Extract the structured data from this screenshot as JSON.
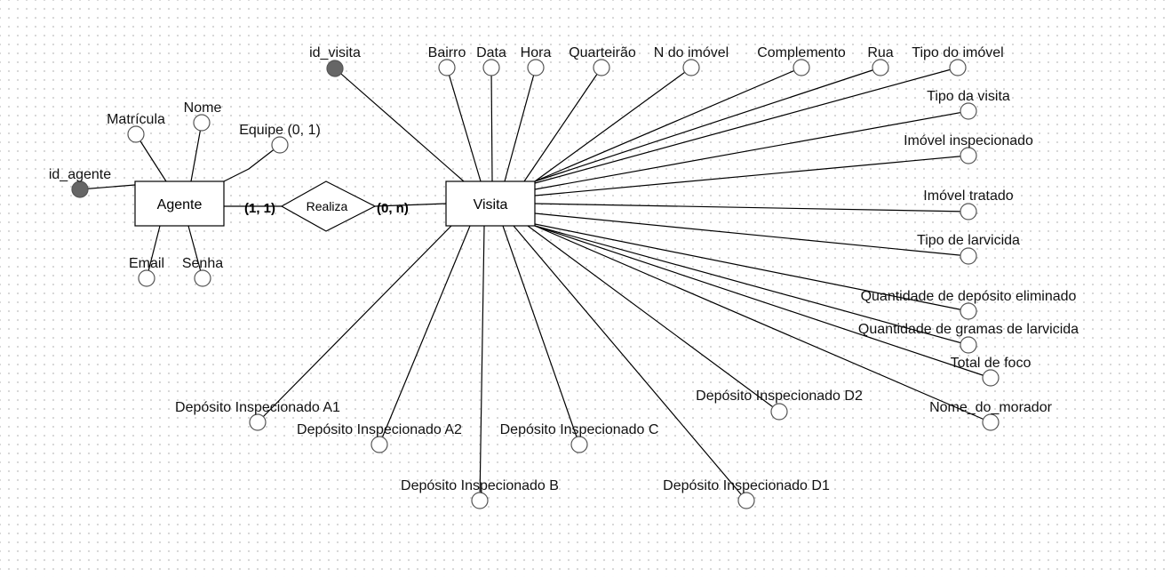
{
  "entities": {
    "agente": "Agente",
    "visita": "Visita"
  },
  "relationship": {
    "label": "Realiza",
    "card_agente": "(1, 1)",
    "card_visita": "(0, n)"
  },
  "agente_attributes": [
    {
      "label": "id_agente",
      "key": true
    },
    {
      "label": "Matrícula",
      "key": false
    },
    {
      "label": "Nome",
      "key": false
    },
    {
      "label": "Equipe (0, 1)",
      "key": false
    },
    {
      "label": "Email",
      "key": false
    },
    {
      "label": "Senha",
      "key": false
    }
  ],
  "visita_attributes": [
    {
      "label": "id_visita",
      "key": true
    },
    {
      "label": "Bairro",
      "key": false
    },
    {
      "label": "Data",
      "key": false
    },
    {
      "label": "Hora",
      "key": false
    },
    {
      "label": "Quarteirão",
      "key": false
    },
    {
      "label": "N do imóvel",
      "key": false
    },
    {
      "label": "Complemento",
      "key": false
    },
    {
      "label": "Rua",
      "key": false
    },
    {
      "label": "Tipo do imóvel",
      "key": false
    },
    {
      "label": "Tipo da visita",
      "key": false
    },
    {
      "label": "Imóvel inspecionado",
      "key": false
    },
    {
      "label": "Imóvel tratado",
      "key": false
    },
    {
      "label": "Tipo de larvicida",
      "key": false
    },
    {
      "label": "Quantidade de depósito eliminado",
      "key": false
    },
    {
      "label": "Quantidade de gramas de larvicida",
      "key": false
    },
    {
      "label": "Total de foco",
      "key": false
    },
    {
      "label": "Nome_do_morador",
      "key": false
    },
    {
      "label": "Depósito Inspecionado  D2",
      "key": false
    },
    {
      "label": "Depósito Inspecionado   D1",
      "key": false
    },
    {
      "label": "Depósito Inspecionado  C",
      "key": false
    },
    {
      "label": "Depósito Inspecionado  B",
      "key": false
    },
    {
      "label": "Depósito Inspecionado  A2",
      "key": false
    },
    {
      "label": "Depósito Inspecionado A1",
      "key": false
    }
  ]
}
